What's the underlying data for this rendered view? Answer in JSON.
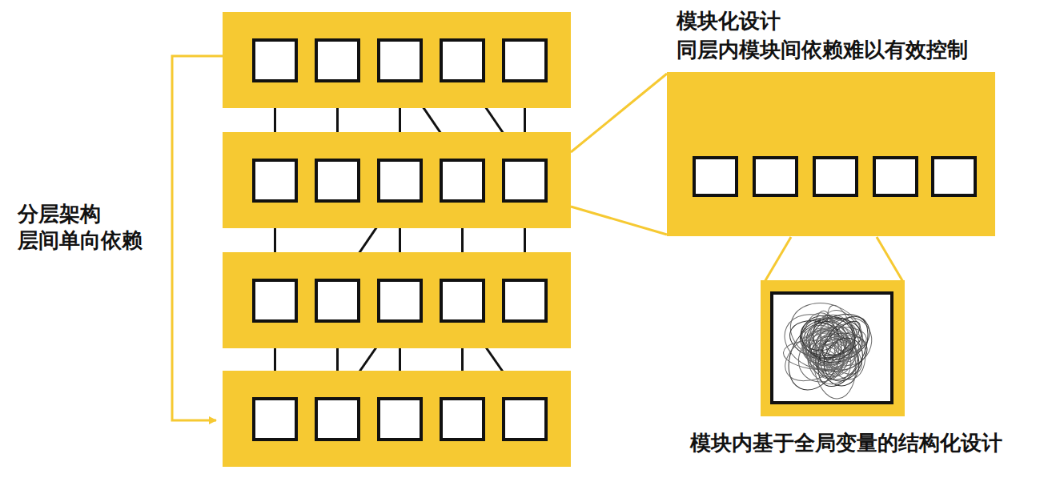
{
  "diagram": {
    "nodes": [
      {
        "text": []
      },
      {
        "text": [],
        "in": 0
      },
      {
        "text": [],
        "in": 0
      },
      {
        "text": [],
        "in": 0
      },
      {
        "text": [],
        "in": 0
      },
      {
        "text": [],
        "in": 0
      },
      {
        "text": []
      },
      {
        "text": [],
        "in": 6
      },
      {
        "text": [],
        "in": 6
      },
      {
        "text": [],
        "in": 6
      },
      {
        "text": [],
        "in": 6
      },
      {
        "text": [],
        "in": 6
      },
      {
        "text": []
      },
      {
        "text": [],
        "in": 12
      },
      {
        "text": [],
        "in": 12
      },
      {
        "text": [],
        "in": 12
      },
      {
        "text": [],
        "in": 12
      },
      {
        "text": [],
        "in": 12
      },
      {
        "text": []
      },
      {
        "text": [],
        "in": 18
      },
      {
        "text": [],
        "in": 18
      },
      {
        "text": [],
        "in": 18
      },
      {
        "text": [],
        "in": 18
      },
      {
        "text": [],
        "in": 18
      },
      {
        "text": []
      },
      {
        "text": [],
        "in": 24
      },
      {
        "text": [],
        "in": 24
      },
      {
        "text": [],
        "in": 24
      },
      {
        "text": [],
        "in": 24
      },
      {
        "text": [],
        "in": 24
      },
      {
        "text": []
      },
      {
        "text": [],
        "in": 30
      }
    ],
    "edges": [
      {
        "from": 1,
        "to": 7,
        "arrow": "to"
      },
      {
        "from": 2,
        "to": 8,
        "arrow": "to"
      },
      {
        "from": 3,
        "to": 9,
        "arrow": "to"
      },
      {
        "from": 3,
        "to": 10,
        "arrow": "to"
      },
      {
        "from": 4,
        "to": 11,
        "arrow": "to"
      },
      {
        "from": 5,
        "to": 11,
        "arrow": "to"
      },
      {
        "from": 7,
        "to": 13,
        "arrow": "to"
      },
      {
        "from": 9,
        "to": 14,
        "arrow": "to"
      },
      {
        "from": 9,
        "to": 15,
        "arrow": "to"
      },
      {
        "from": 10,
        "to": 16,
        "arrow": "to"
      },
      {
        "from": 11,
        "to": 17,
        "arrow": "to"
      },
      {
        "from": 13,
        "to": 19,
        "arrow": "to"
      },
      {
        "from": 14,
        "to": 20,
        "arrow": "to"
      },
      {
        "from": 15,
        "to": 20,
        "arrow": "to"
      },
      {
        "from": 15,
        "to": 21,
        "arrow": "to"
      },
      {
        "from": 16,
        "to": 22,
        "arrow": "to"
      },
      {
        "from": 16,
        "to": 23,
        "arrow": "to"
      },
      {
        "from": 25,
        "to": 26,
        "arrow": "none"
      },
      {
        "from": 25,
        "to": 27,
        "arrow": "none"
      },
      {
        "from": 25,
        "to": 28,
        "arrow": "none"
      },
      {
        "from": 25,
        "to": 29,
        "arrow": "none"
      },
      {
        "from": 26,
        "to": 27,
        "arrow": "none"
      },
      {
        "from": 26,
        "to": 28,
        "arrow": "none"
      },
      {
        "from": 26,
        "to": 29,
        "arrow": "none"
      },
      {
        "from": 27,
        "to": 28,
        "arrow": "none"
      },
      {
        "from": 27,
        "to": 29,
        "arrow": "none"
      },
      {
        "from": 28,
        "to": 29,
        "arrow": "none"
      }
    ],
    "labels": [
      "分层架构",
      "层间单向依赖",
      "模块化设计",
      "同层内模块间依赖难以有效控制",
      "模块内基于全局变量的结构化设计"
    ]
  }
}
